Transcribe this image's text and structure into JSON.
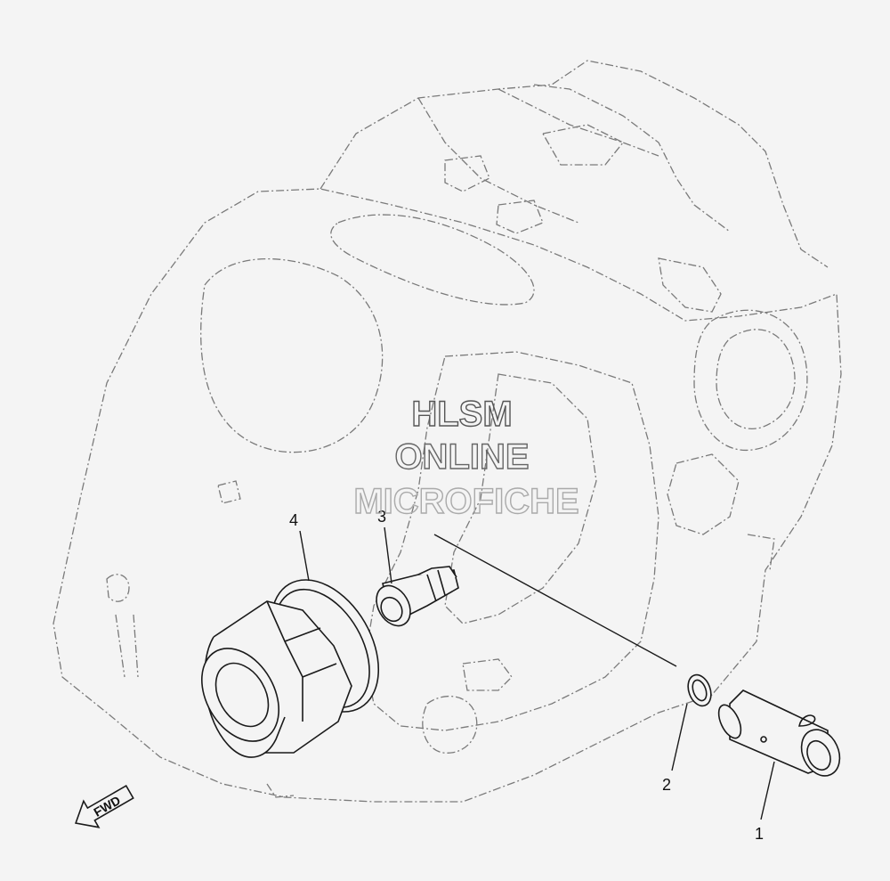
{
  "watermark": {
    "line1": "HLSM",
    "line2": "ONLINE",
    "line3": "MICROFICHE"
  },
  "callouts": [
    {
      "number": "1",
      "part": "oil-delivery-pipe"
    },
    {
      "number": "2",
      "part": "o-ring"
    },
    {
      "number": "3",
      "part": "union-bolt"
    },
    {
      "number": "4",
      "part": "oil-filter-cartridge"
    }
  ],
  "direction_arrow": {
    "label": "FWD"
  },
  "colors": {
    "background": "#f4f4f4",
    "outline": "#1a1a1a",
    "housing_dashed": "#7a7a7a"
  }
}
